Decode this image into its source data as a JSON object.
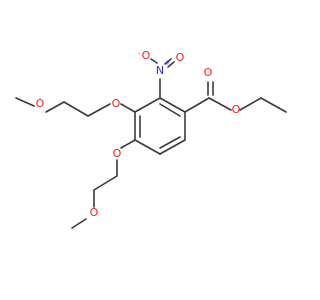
{
  "molecule": {
    "atoms": {
      "o_ester_carbonyl": "O",
      "o_ester_link": "O",
      "n_nitro": "N",
      "n_charge": "+",
      "o_nitro_top": "O",
      "o_nitro_minus": "-",
      "o_nitro_right": "O",
      "o_ether_upper": "O",
      "o_ether_upper_terminal": "O",
      "o_ether_lower": "O",
      "o_ether_lower_terminal": "O"
    },
    "colors": {
      "oxygen": "#ff1a1a",
      "nitrogen": "#2a2aff",
      "bond": "#3a3a3a"
    }
  }
}
